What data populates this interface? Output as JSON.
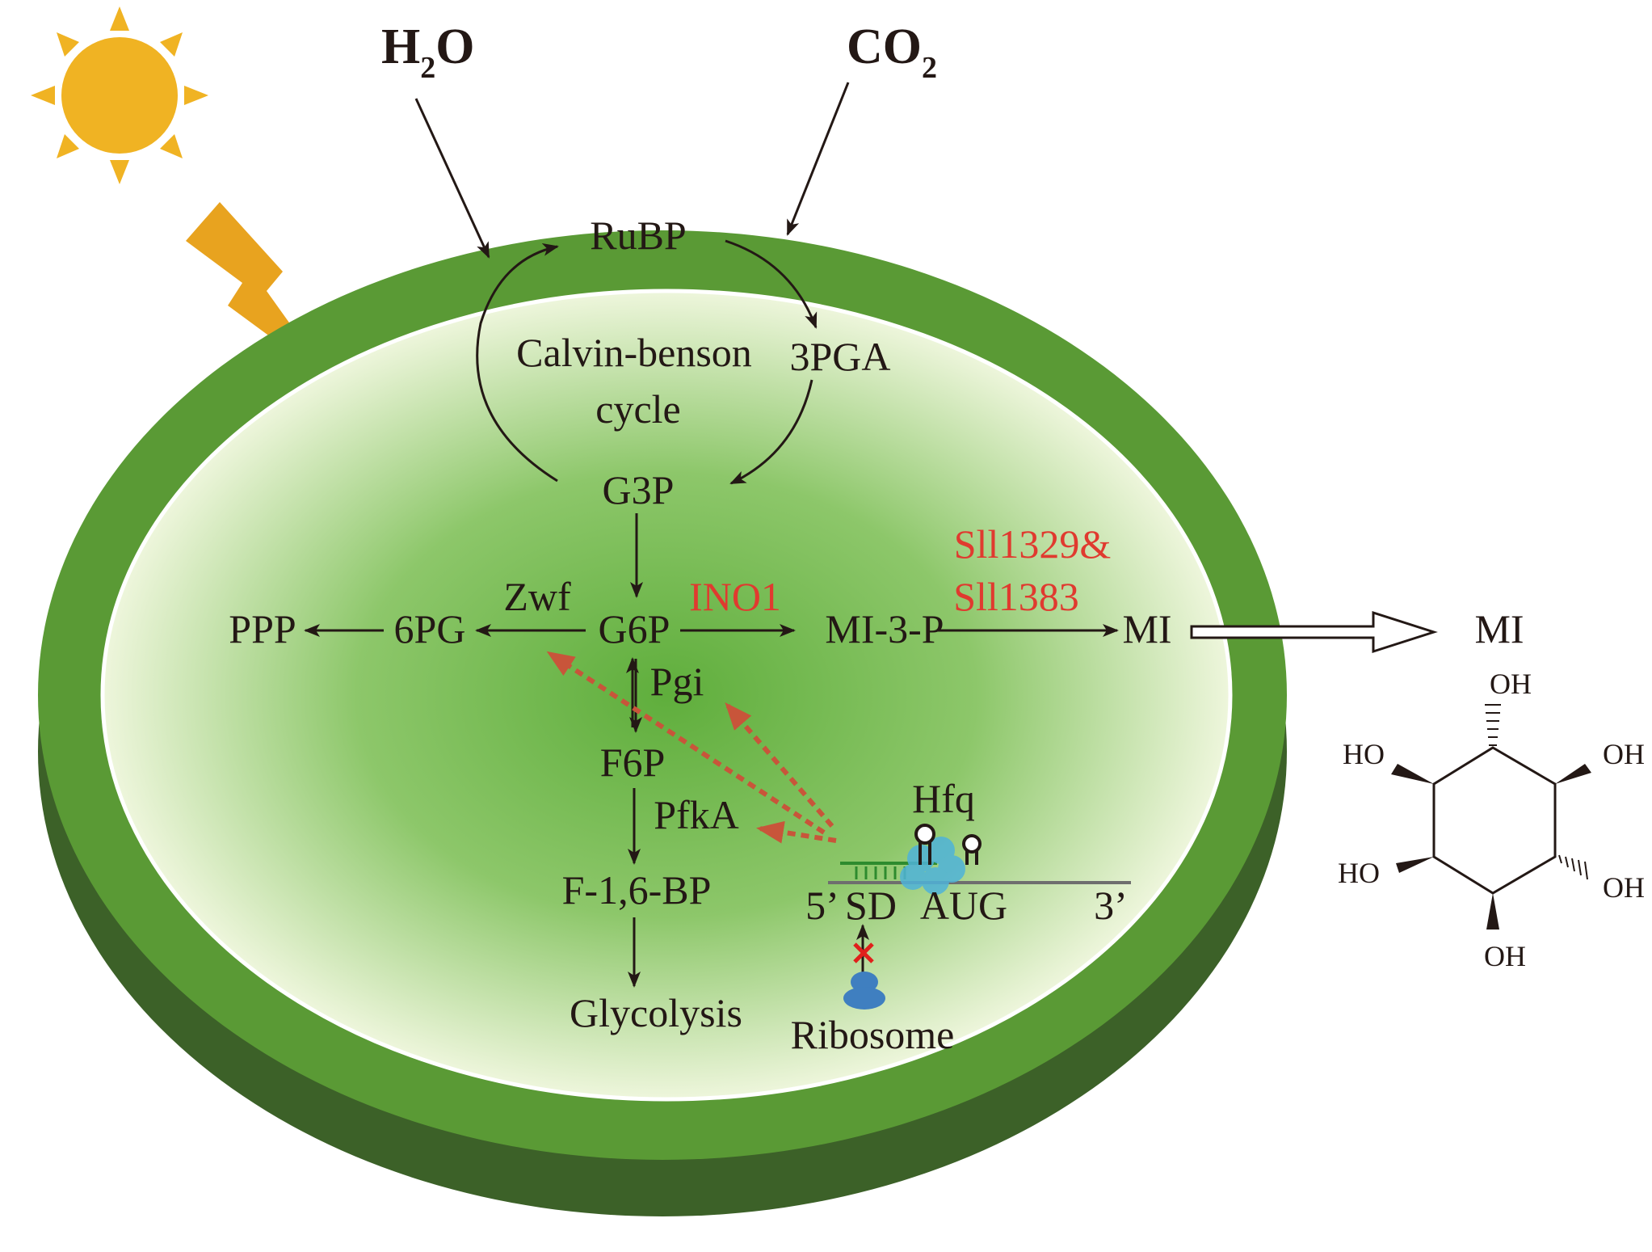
{
  "colors": {
    "sun": "#f0b323",
    "lightning": "#e8a31f",
    "cell_wall": "#5a9a35",
    "cell_wall_side": "#3c6128",
    "cytoplasm_center": "#5fae3c",
    "cytoplasm_edge": "#eef6dc",
    "enzyme_red": "#e03a2f",
    "regulation_arrow": "#c8553a",
    "ribosome": "#3f7fc0",
    "hfq": "#4fb3d9",
    "text": "#231815"
  },
  "icons": {
    "sun": "sun-icon",
    "lightning": "lightning-icon",
    "ribosome": "ribosome-icon",
    "hfq": "hfq-protein-icon",
    "block": "red-x-block-icon"
  },
  "inputs": {
    "h2o_main": "H",
    "h2o_sub": "2",
    "h2o_tail": "O",
    "co2_main": "CO",
    "co2_sub": "2"
  },
  "calvin": {
    "rubp": "RuBP",
    "pga": "3PGA",
    "g3p": "G3P",
    "cycle_line1": "Calvin-benson",
    "cycle_line2": "cycle"
  },
  "pathway": {
    "ppp": "PPP",
    "pg6": "6PG",
    "g6p": "G6P",
    "mi3p": "MI-3-P",
    "mi_inside": "MI",
    "f6p": "F6P",
    "f16bp": "F-1,6-BP",
    "glycolysis": "Glycolysis"
  },
  "enzymes": {
    "zwf": "Zwf",
    "pgi": "Pgi",
    "pfka": "PfkA",
    "ino1": "INO1",
    "sll_line1": "Sll1329&",
    "sll_line2": "Sll1383"
  },
  "regulation": {
    "hfq": "Hfq",
    "five_prime": "5’",
    "sd": "SD",
    "aug": "AUG",
    "three_prime": "3’",
    "ribosome": "Ribosome"
  },
  "product": {
    "mi_outside": "MI",
    "oh_top": "OH",
    "ho_left_upper": "HO",
    "oh_right_upper": "OH",
    "ho_left_lower": "HO",
    "oh_right_lower": "OH",
    "oh_bottom": "OH"
  }
}
